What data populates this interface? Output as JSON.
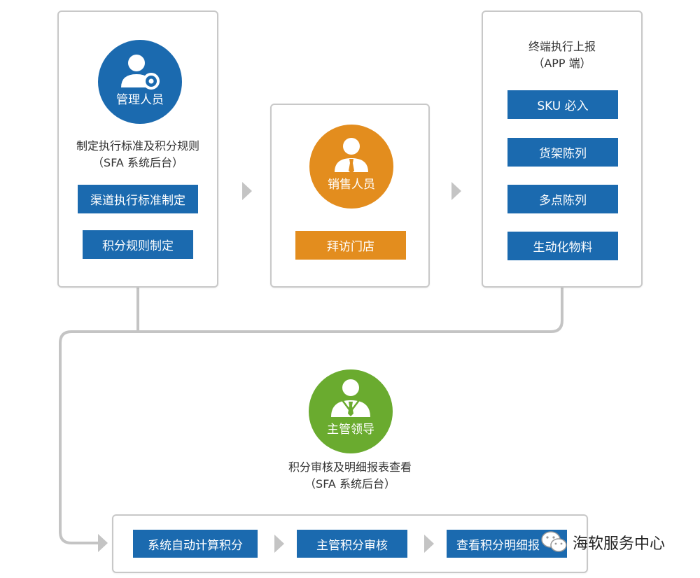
{
  "admin": {
    "role": "管理人员",
    "desc_line1": "制定执行标准及积分规则",
    "desc_line2": "（SFA 系统后台）",
    "buttons": [
      "渠道执行标准制定",
      "积分规则制定"
    ]
  },
  "sales": {
    "role": "销售人员",
    "buttons": [
      "拜访门店"
    ]
  },
  "terminal": {
    "title_line1": "终端执行上报",
    "title_line2": "（APP 端）",
    "buttons": [
      "SKU 必入",
      "货架陈列",
      "多点陈列",
      "生动化物料"
    ]
  },
  "supervisor": {
    "role": "主管领导",
    "desc_line1": "积分审核及明细报表查看",
    "desc_line2": "（SFA 系统后台）"
  },
  "process": {
    "steps": [
      "系统自动计算积分",
      "主管积分审核",
      "查看积分明细报"
    ]
  },
  "watermark": {
    "text": "海软服务中心",
    "icon": "wechat-icon"
  },
  "colors": {
    "blue": "#1b6aaf",
    "orange": "#e38d1e",
    "green": "#6aab2f",
    "connector": "#c4c4c4"
  }
}
